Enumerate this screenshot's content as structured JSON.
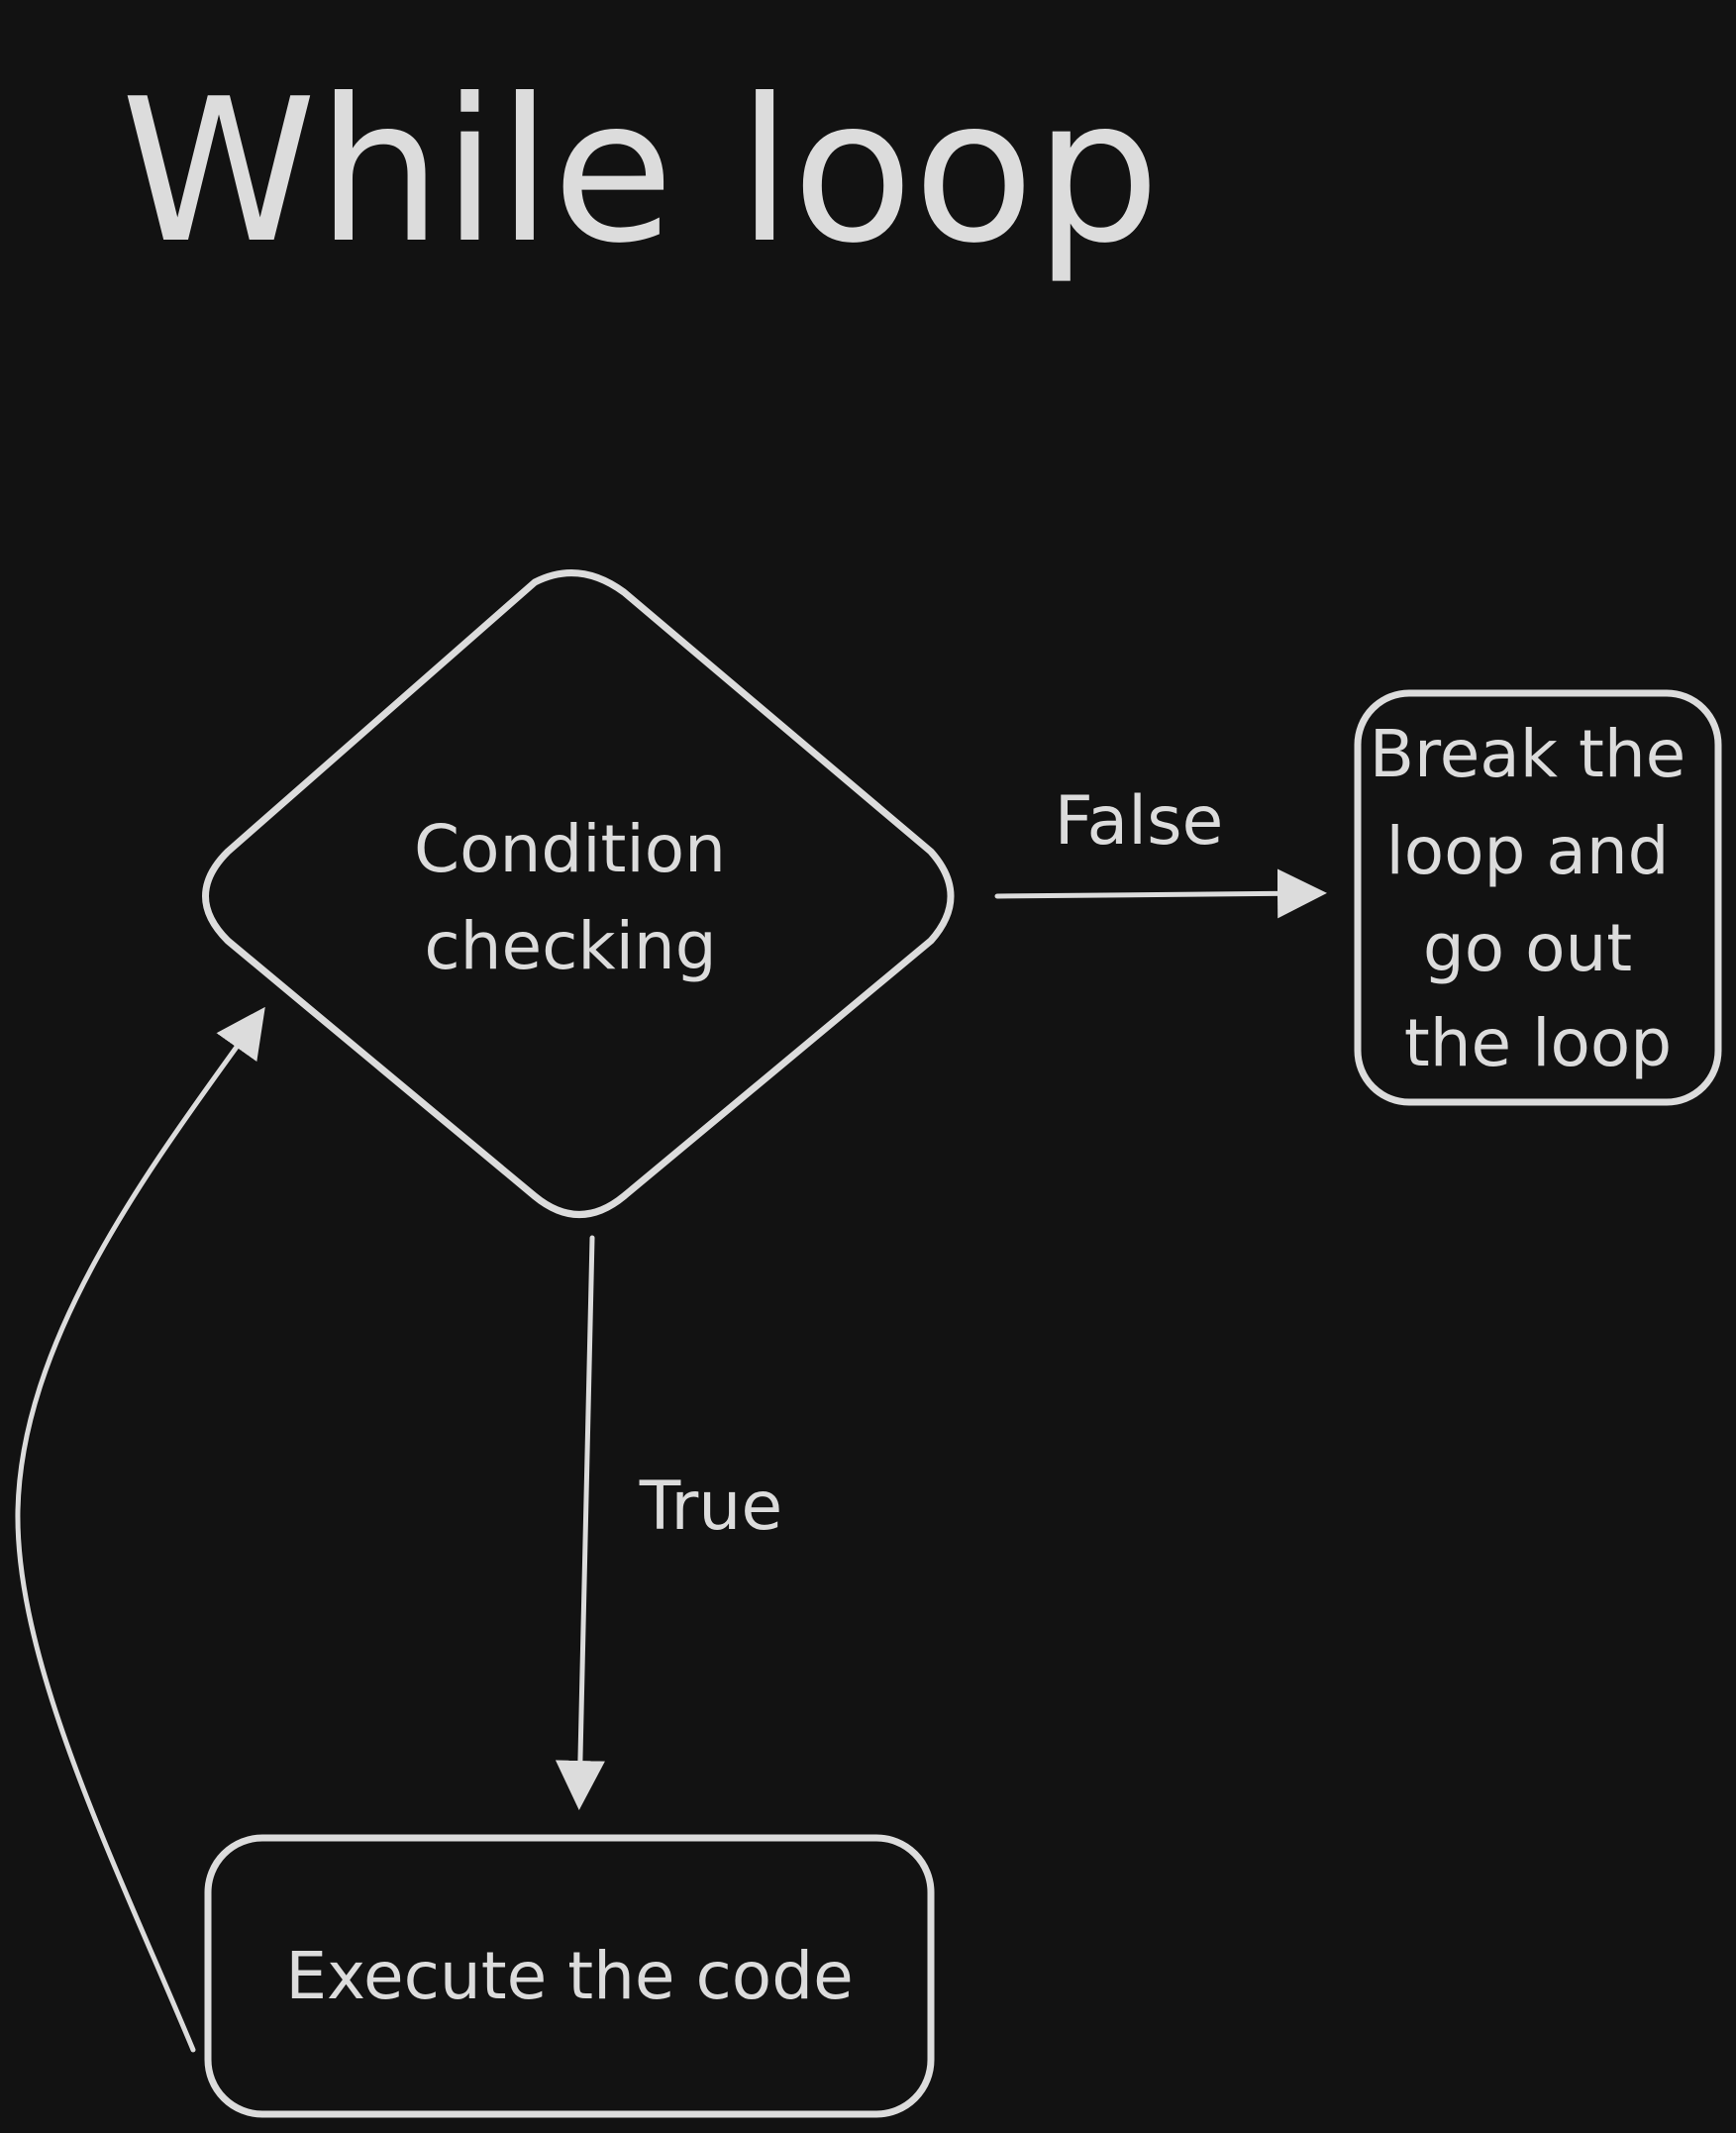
{
  "title": "While loop",
  "nodes": {
    "condition": {
      "lines": [
        "Condition",
        "checking"
      ]
    },
    "break": {
      "lines": [
        "Break the",
        "loop and",
        "go out",
        "the loop"
      ]
    },
    "execute": {
      "lines": [
        "Execute the code"
      ]
    }
  },
  "edges": {
    "false_label": "False",
    "true_label": "True"
  },
  "colors": {
    "background": "#121212",
    "foreground": "#dcdcdc"
  }
}
